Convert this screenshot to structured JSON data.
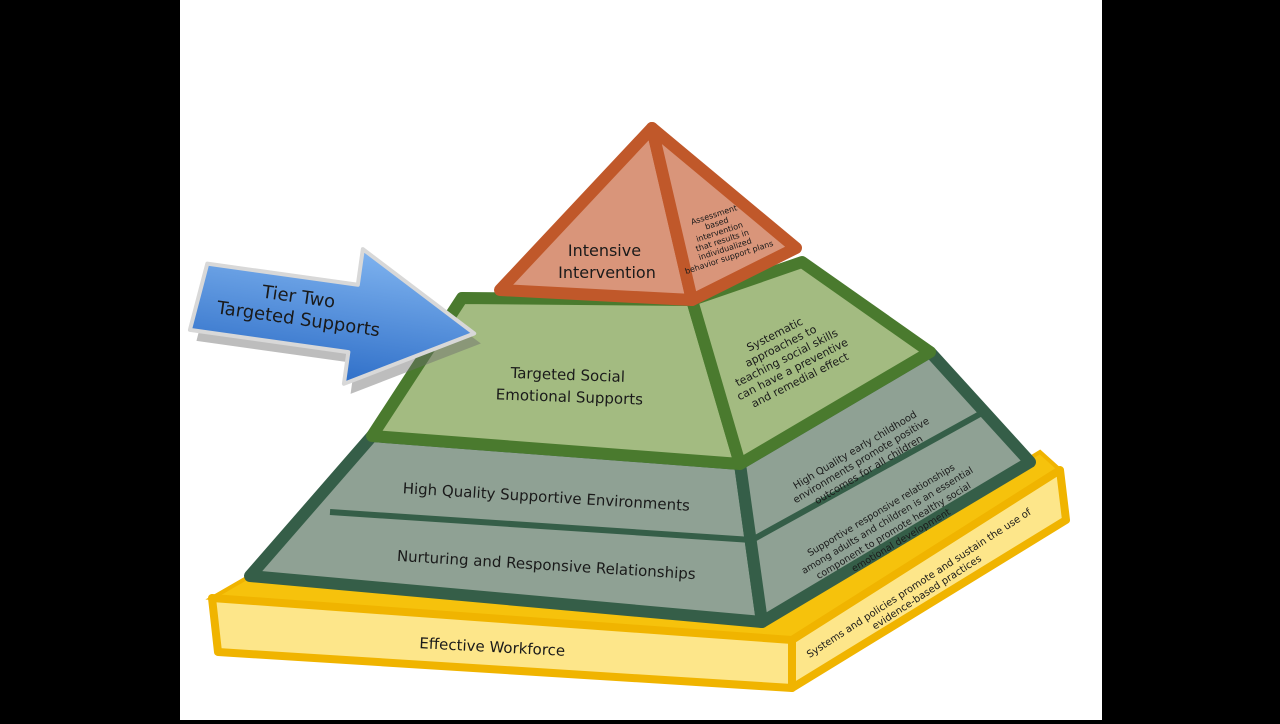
{
  "pyramid": {
    "tiers": [
      {
        "name": "Intensive Intervention",
        "front_lines": [
          "Intensive",
          "Intervention"
        ],
        "side_lines": [
          "Assessment",
          "based",
          "intervention",
          "that results in",
          "individualized",
          "behavior support plans"
        ]
      },
      {
        "name": "Targeted Social Emotional Supports",
        "front_lines": [
          "Targeted Social",
          "Emotional Supports"
        ],
        "side_lines": [
          "Systematic",
          "approaches to",
          "teaching social skills",
          "can have a preventive",
          "and remedial effect"
        ]
      },
      {
        "name": "High Quality Supportive Environments",
        "front_lines": [
          "High Quality Supportive Environments"
        ],
        "side_lines": [
          "High Quality early childhood",
          "environments promote positive",
          "outcomes for all children"
        ]
      },
      {
        "name": "Nurturing and Responsive Relationships",
        "front_lines": [
          "Nurturing and Responsive Relationships"
        ],
        "side_lines": [
          "Supportive responsive relationships",
          "among adults and children is an essential",
          "component to promote healthy social",
          "emotional development"
        ]
      }
    ],
    "base": {
      "front": "Effective Workforce",
      "side_lines": [
        "Systems and policies promote and sustain the use of",
        "evidence-based practices"
      ]
    }
  },
  "callout": {
    "lines": [
      "Tier Two",
      "Targeted Supports"
    ]
  },
  "colors": {
    "background": "#ffffff",
    "letterbox": "#000000",
    "intensive_fill": "#d9957a",
    "intensive_border": "#c0582a",
    "targeted_fill": "#a3bb81",
    "targeted_border": "#4a7a2e",
    "universal_fill": "#8fa194",
    "universal_border": "#355e48",
    "base_fill": "#fde68a",
    "base_border": "#f0b400",
    "arrow_fill": "#4d8bdc"
  }
}
